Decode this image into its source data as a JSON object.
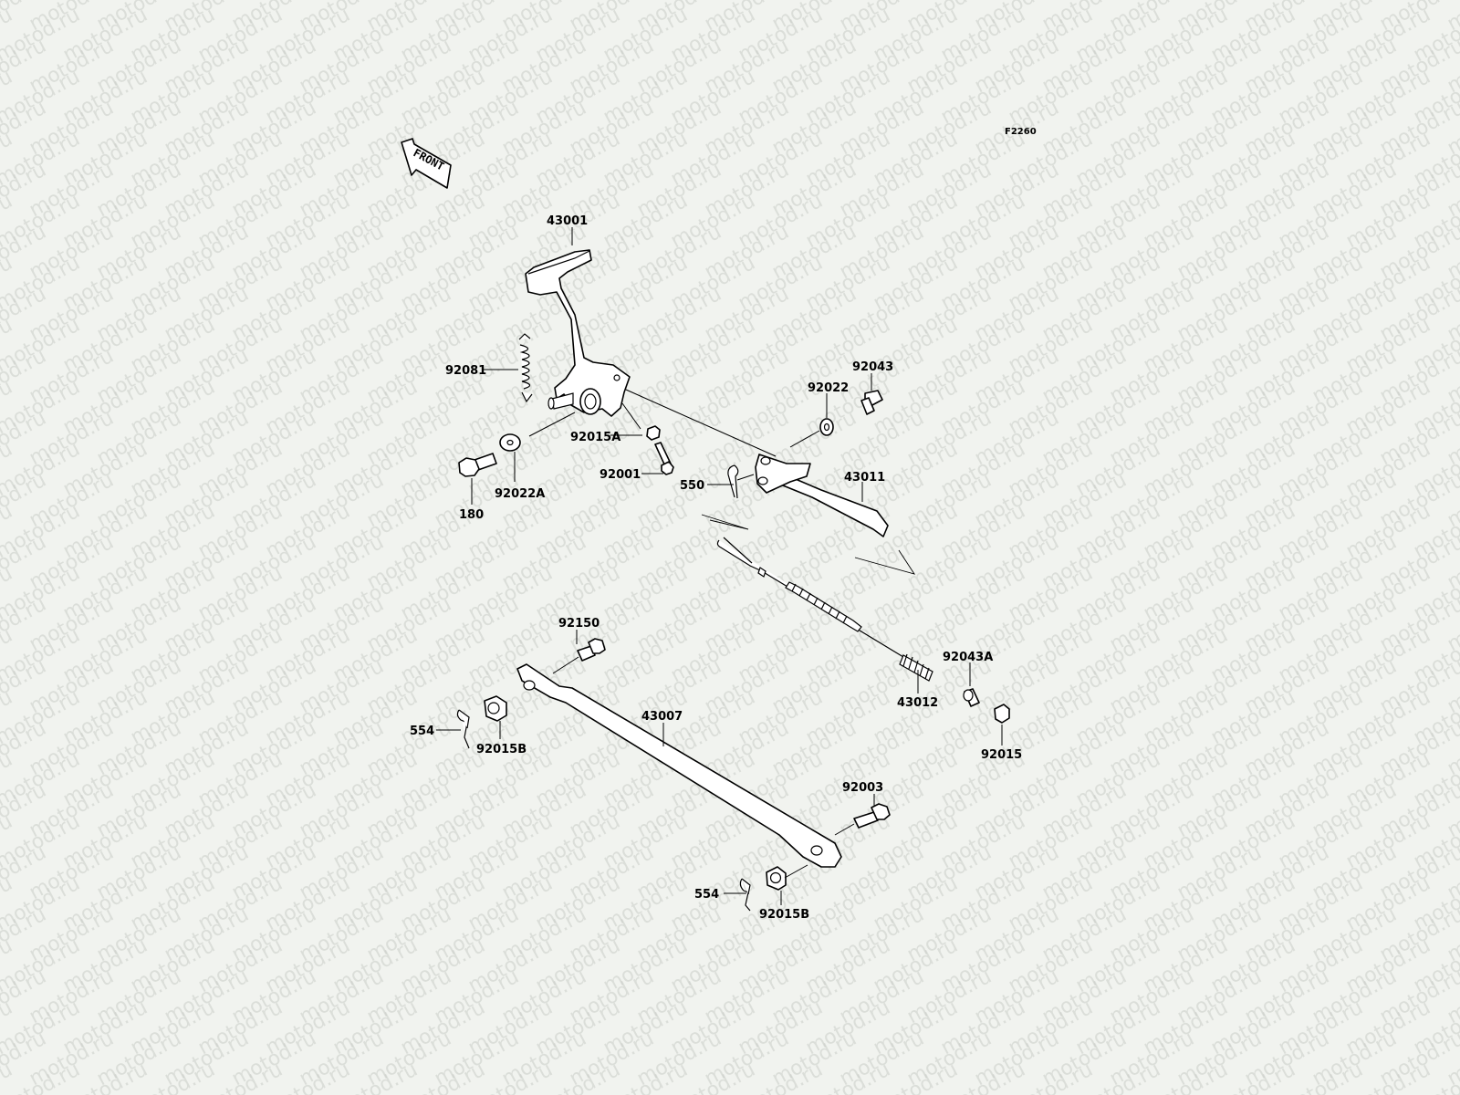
{
  "diagram": {
    "code": "F2260",
    "front_label": "FRONT",
    "watermark": "motod.ru",
    "parts": [
      {
        "id": "43001"
      },
      {
        "id": "92081"
      },
      {
        "id": "92015A"
      },
      {
        "id": "92022A"
      },
      {
        "id": "180"
      },
      {
        "id": "92001"
      },
      {
        "id": "550"
      },
      {
        "id": "92022"
      },
      {
        "id": "92043"
      },
      {
        "id": "43011"
      },
      {
        "id": "92150"
      },
      {
        "id": "43012"
      },
      {
        "id": "92043A"
      },
      {
        "id": "92015"
      },
      {
        "id": "43007"
      },
      {
        "id": "554"
      },
      {
        "id": "92015B"
      },
      {
        "id": "92003"
      },
      {
        "id": "554"
      },
      {
        "id": "92015B"
      }
    ]
  }
}
